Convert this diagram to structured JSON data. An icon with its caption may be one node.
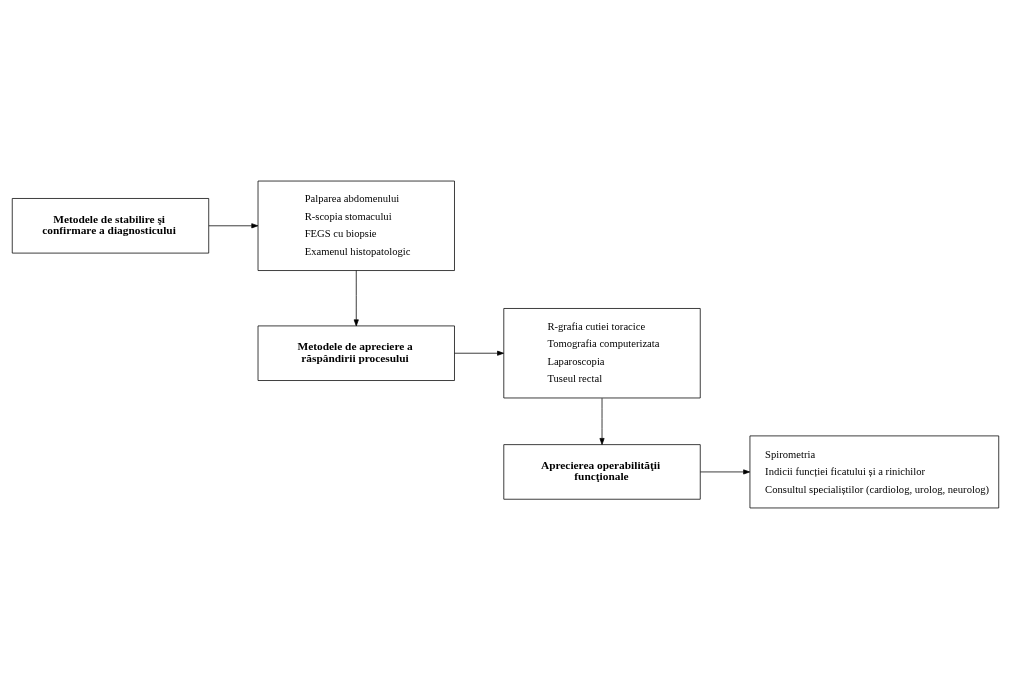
{
  "diagram": {
    "nodes": [
      {
        "text": [
          "Metodele de stabilire şi confirmare a diagnosticului"
        ]
      },
      {
        "text": [
          "Palparea abdomenului",
          "R-scopia stomacului",
          "FEGS cu biopsie",
          "Examenul histopatologic"
        ]
      },
      {
        "text": [
          "Metodele de apreciere a răspândirii procesului"
        ]
      },
      {
        "text": [
          "R-grafia cutiei toracice",
          "Tomografia computerizata",
          "Laparoscopia",
          "Tuseul rectal"
        ]
      },
      {
        "text": [
          "Aprecierea operabilităţii funcţionale"
        ]
      },
      {
        "text": [
          "Spirometria",
          "Indicii funcției ficatului și a rinichilor",
          "Consultul specialiștilor (cardiolog, urolog, neurolog)"
        ]
      }
    ],
    "edges": [
      {
        "from": 0,
        "to": 1,
        "arrow": "to"
      },
      {
        "from": 1,
        "to": 2,
        "arrow": "to"
      },
      {
        "from": 2,
        "to": 3,
        "arrow": "to"
      },
      {
        "from": 3,
        "to": 4,
        "arrow": "to"
      },
      {
        "from": 4,
        "to": 5,
        "arrow": "to"
      }
    ]
  }
}
